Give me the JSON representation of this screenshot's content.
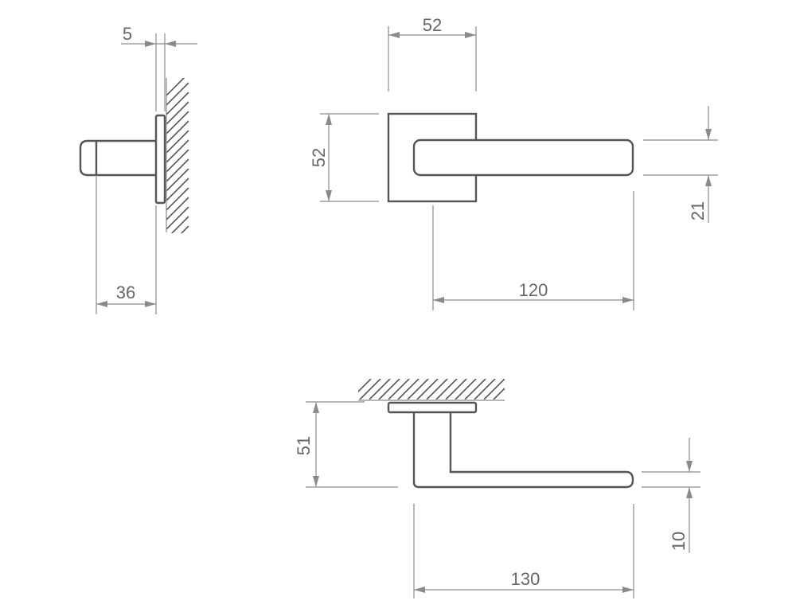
{
  "drawing": {
    "dimensions": {
      "rose_thickness": "5",
      "projection": "36",
      "rose_width": "52",
      "rose_height": "52",
      "lever_height": "21",
      "lever_length_front": "120",
      "lever_offset": "51",
      "lever_thickness": "10",
      "lever_length_top": "130"
    },
    "colors": {
      "outline": "#555555",
      "dimension_line": "#8a8a8a",
      "label": "#666666"
    }
  }
}
